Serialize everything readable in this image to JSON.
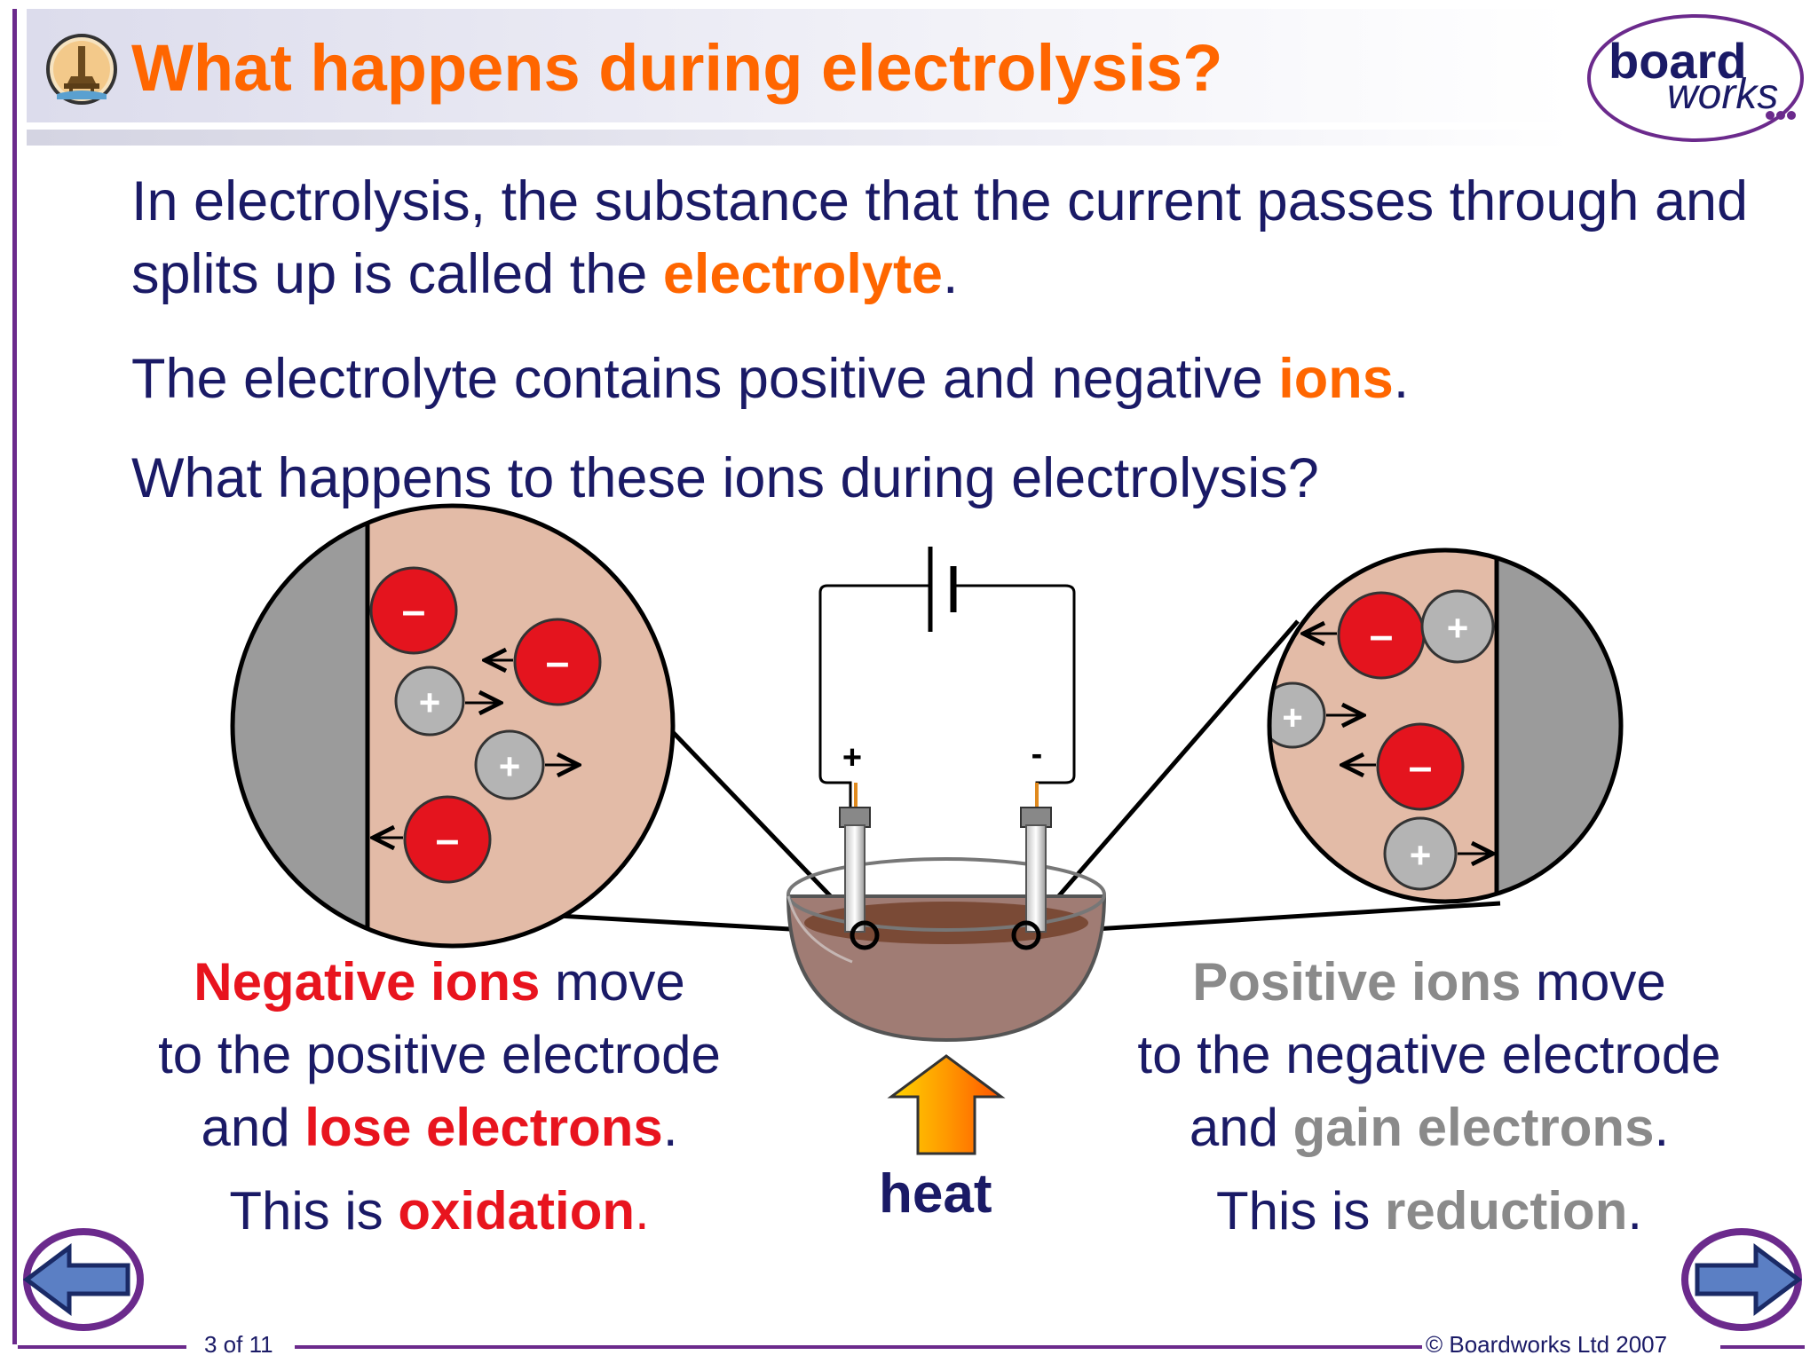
{
  "header": {
    "title": "What happens during electrolysis?",
    "brand_top": "board",
    "brand_bottom": "works"
  },
  "body": {
    "p1_before": "In electrolysis, the substance that the current passes through and splits up is called the ",
    "p1_term": "electrolyte",
    "p1_after": ".",
    "p2_before": "The electrolyte contains positive and negative ",
    "p2_term": "ions",
    "p2_after": ".",
    "p3": "What happens to these ions during electrolysis?"
  },
  "diagram": {
    "anode_sign": "+",
    "cathode_sign": "-",
    "negative_ion_symbol": "–",
    "positive_ion_symbol": "+",
    "heat_label": "heat"
  },
  "left_caption": {
    "l1_term": "Negative ions",
    "l1_rest": " move",
    "l2": "to the positive electrode",
    "l3_before": "and ",
    "l3_term": "lose electrons",
    "l3_after": ".",
    "l4_before": "This is ",
    "l4_term": "oxidation",
    "l4_after": "."
  },
  "right_caption": {
    "l1_term": "Positive ions",
    "l1_rest": " move",
    "l2": "to the negative electrode",
    "l3_before": "and ",
    "l3_term": "gain electrons",
    "l3_after": ".",
    "l4_before": "This is ",
    "l4_term": "reduction",
    "l4_after": "."
  },
  "footer": {
    "page": "3 of 11",
    "copyright": "© Boardworks Ltd 2007"
  },
  "colors": {
    "title": "#ff6600",
    "text": "#1a1a66",
    "negative_ion": "#e8141e",
    "positive_ion": "#b4b4b4",
    "electrolyte": "#e3bba7",
    "accent": "#6b2a8c"
  }
}
